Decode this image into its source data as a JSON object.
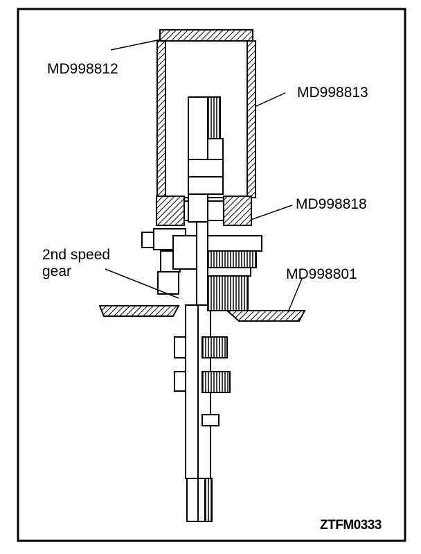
{
  "labels": {
    "md998812": "MD998812",
    "md998813": "MD998813",
    "md998818": "MD998818",
    "md998801": "MD998801",
    "second_speed_gear": "2nd speed\ngear",
    "figure_code": "ZTFM0333"
  },
  "colors": {
    "ink": "#000000",
    "paper": "#ffffff"
  }
}
